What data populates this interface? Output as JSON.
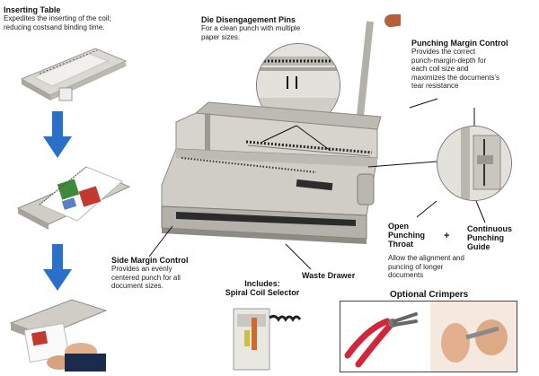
{
  "inserting_table": {
    "title": "Inserting Table",
    "desc_1": "Expedites the inserting of the coil;",
    "desc_2": "reducing costsand binding time."
  },
  "die_pins": {
    "title": "Die Disengagement Pins",
    "desc_1": "For a clean punch with multiple",
    "desc_2": "paper sizes."
  },
  "margin_control": {
    "title": "Punching Margin Control",
    "desc_1": "Provides the correct",
    "desc_2": "punch-margin-depth for",
    "desc_3": "each coil size and",
    "desc_4": "maximizes the documents's",
    "desc_5": "tear resistance"
  },
  "open_throat": {
    "title_1": "Open",
    "title_2": "Punching",
    "title_3": "Throat",
    "plus": "+",
    "desc_1": "Allow the alignment and",
    "desc_2": "puncing of longer",
    "desc_3": "documents"
  },
  "continuous": {
    "title_1": "Continuous",
    "title_2": "Punching",
    "title_3": "Guide"
  },
  "side_margin": {
    "title": "Side Margin Control",
    "desc_1": "Provides an evenly",
    "desc_2": "centered punch for all",
    "desc_3": "document sizes."
  },
  "includes": {
    "title_1": "Includes:",
    "title_2": "Spiral Coil Selector"
  },
  "waste_drawer": {
    "title": "Waste Drawer"
  },
  "crimpers": {
    "title": "Optional Crimpers"
  },
  "colors": {
    "arrow_blue": "#2a6fc9",
    "handle_wood": "#b5623a",
    "machine_gray": "#c9c6bd",
    "crimper_red": "#d0283a"
  }
}
